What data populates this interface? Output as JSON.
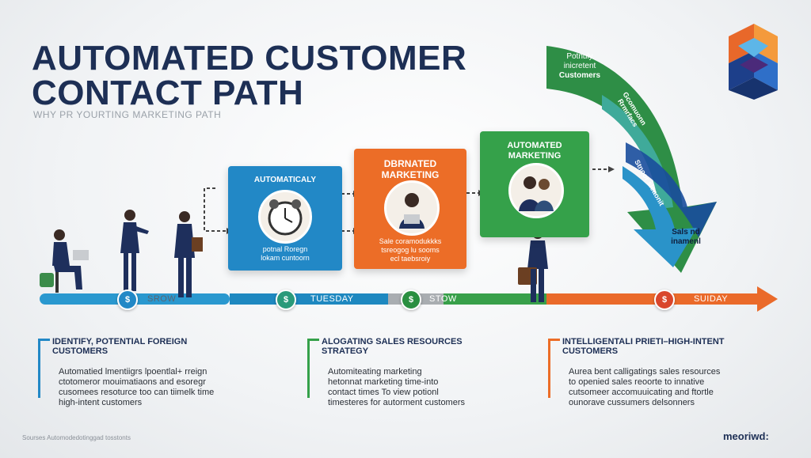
{
  "header": {
    "title_line1": "AUTOMATED CUSTOMER",
    "title_line2": "CONTACT PATH",
    "subtitle": "WHY PR YOURTING MARKETING PATH"
  },
  "stages": [
    {
      "title": "AUTOMATICALY",
      "description": [
        "potnal Roregn",
        "lokam cuntoorn"
      ]
    },
    {
      "title": "DBRNATED MARKETING",
      "description": [
        "Sale coramodukkks",
        "tsreogog lu sooms",
        "ecl taebsroiy"
      ]
    },
    {
      "title": "AUTOMATED MARKETING",
      "description": []
    }
  ],
  "curve_arrow": {
    "top_text": [
      "Potnuly",
      "inicretent",
      "Customers"
    ],
    "mid_text": "Gcomuonn Rrmrfacs",
    "low_text": "Stnoor sleaonit",
    "tip_text": [
      "Sals nd",
      "inamenl"
    ]
  },
  "timeline": {
    "labels": [
      "SROW",
      "TUESDAY",
      "STOW",
      "SUIDAY"
    ],
    "markers": [
      "$",
      "$",
      "$",
      "$"
    ]
  },
  "columns": [
    {
      "heading": [
        "IDENTIFY, POTENTIAL FOREIGN",
        "CUSTOMERS"
      ],
      "body": [
        "Automatied lmentiigrs lpoentlal+ rreign",
        "ctotomeror mouimatiaons and esoregr",
        "cusomees resoturce too can tiimelk time",
        "high-intent customers"
      ]
    },
    {
      "heading": [
        "ALOGATING SALES RESOURCES",
        "STRATEGY"
      ],
      "body": [
        "Automiteating marketing",
        "hetonnat marketing time-into",
        "contact times To view potionl",
        "timesteres for autorment customers"
      ]
    },
    {
      "heading": [
        "INTELLIGENTALI PRIETI–HIGH-INTENT",
        "CUSTOMERS"
      ],
      "body": [
        "Aurea bent calligatings sales resources",
        "to openied sales reoorte to innative",
        "cutsomeer accomuuicating and ftortle",
        "ounorave cussumers delsonners"
      ]
    }
  ],
  "footer": {
    "source": "Sourses Automodedotinggad tosstonts",
    "brand": "meoriwd:"
  },
  "colors": {
    "navy": "#1d2f55",
    "blue": "#2288c6",
    "orange": "#ec6d27",
    "green": "#35a14a",
    "red": "#d9462c"
  }
}
